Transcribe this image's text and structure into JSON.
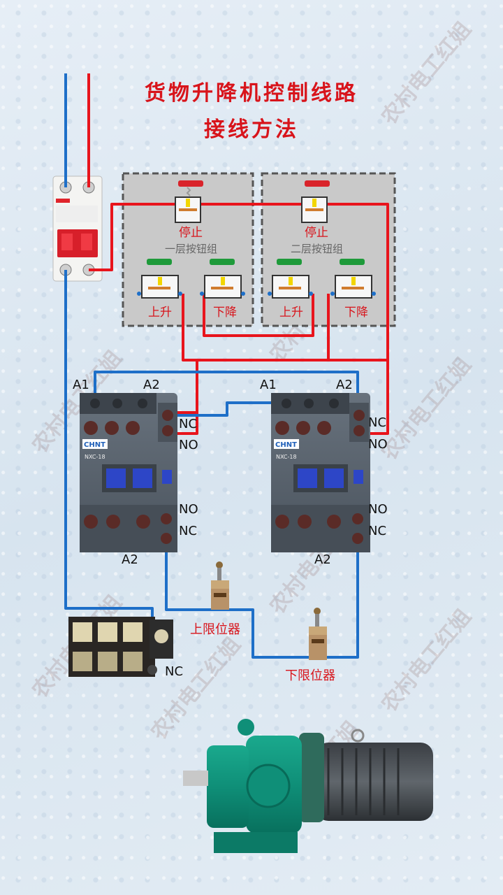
{
  "title": {
    "line1": "货物升降机控制线路",
    "line2": "接线方法"
  },
  "panels": {
    "left": {
      "group_label": "一层按钮组",
      "stop": "停止",
      "up": "上升",
      "down": "下降"
    },
    "right": {
      "group_label": "二层按钮组",
      "stop": "停止",
      "up": "上升",
      "down": "下降"
    }
  },
  "contactors": {
    "left": {
      "brand": "CHNT",
      "model": "NXC-18",
      "a1": "A1",
      "a2_top": "A2",
      "a2_bottom": "A2",
      "nc_top": "NC",
      "no_top": "NO",
      "no_bottom": "NO",
      "nc_bottom": "NC"
    },
    "right": {
      "brand": "CHNT",
      "model": "NXC-18",
      "a1": "A1",
      "a2_top": "A2",
      "a2_bottom": "A2",
      "nc_top": "NC",
      "no_top": "NO",
      "no_bottom": "NO",
      "nc_bottom": "NC"
    }
  },
  "limits": {
    "upper": "上限位器",
    "lower": "下限位器"
  },
  "relay": {
    "nc": "NC"
  },
  "watermark": "农村电工红姐",
  "colors": {
    "live": "#e8141c",
    "neutral": "#1e6fc8",
    "title": "#d8141b",
    "stop_button": "#d9232a",
    "start_button": "#1e9a3a",
    "motor": "#0f8f78",
    "contactor": "#56606b"
  }
}
